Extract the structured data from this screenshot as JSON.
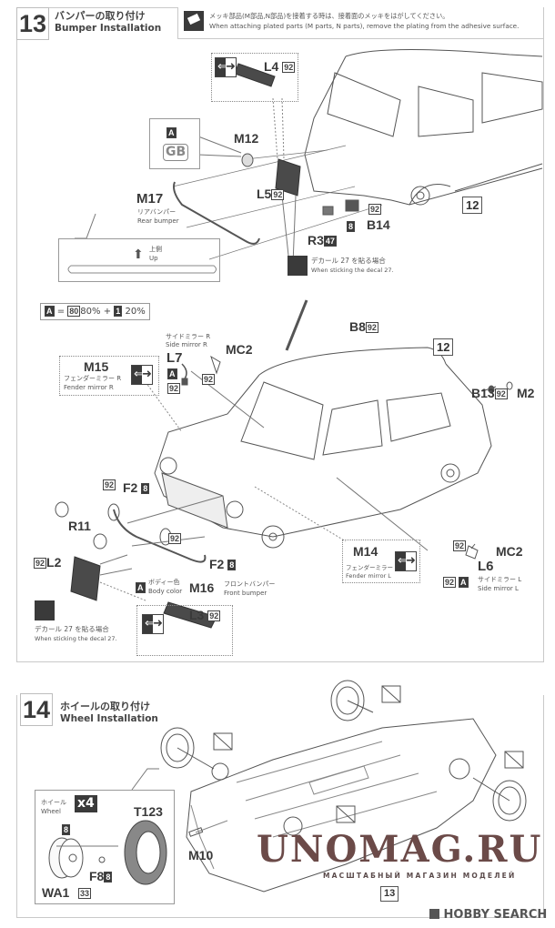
{
  "step13": {
    "number": "13",
    "title_jp": "バンパーの取り付け",
    "title_en": "Bumper Installation",
    "note_jp": "メッキ部品(M部品,N部品)を接着する時は、接着面のメッキをはがしてください。",
    "note_en": "When attaching plated parts (M parts, N parts), remove the plating from the adhesive surface.",
    "rear": {
      "L4": "L4",
      "L4_color": "92",
      "M12": "M12",
      "color_A": "A",
      "gb_badge": "GB",
      "L5": "L5",
      "L5_color": "92",
      "M17": "M17",
      "M17_jp": "リアバンパー",
      "M17_en": "Rear bumper",
      "up_jp": "上側",
      "up_en": "Up",
      "body_ref": "12",
      "B14": "B14",
      "B14_color1": "92",
      "B14_color2": "8",
      "R3": "R3",
      "R3_color": "47",
      "decal_jp": "デカール 27 を貼る場合",
      "decal_en": "When sticking the decal 27."
    },
    "front": {
      "mix_formula": {
        "A": "A",
        "eq": "=",
        "c1": "80",
        "p1": "80%",
        "plus": "+",
        "c2": "1",
        "p2": "20%"
      },
      "B8": "B8",
      "B8_color": "92",
      "body_ref": "12",
      "B13": "B13",
      "B13_color": "92",
      "M2": "M2",
      "side_mirror_r_jp": "サイドミラー R",
      "side_mirror_r_en": "Side mirror R",
      "L7": "L7",
      "MC2_r": "MC2",
      "L7_A": "A",
      "L7_c1": "92",
      "L7_c2": "92",
      "M15": "M15",
      "fender_mirror_r_jp": "フェンダーミラー R",
      "fender_mirror_r_en": "Fender mirror R",
      "F2_top": "F2",
      "F2_top_color": "8",
      "F2_bottom": "F2",
      "F2_bottom_color": "8",
      "R11": "R11",
      "ring_color_top": "92",
      "ring_color_bottom": "92",
      "L2": "L2",
      "L2_color": "92",
      "body_color_A": "A",
      "body_color_jp": "ボディー色",
      "body_color_en": "Body color",
      "M16": "M16",
      "M16_jp": "フロントバンパー",
      "M16_en": "Front bumper",
      "decal_jp": "デカール 27 を貼る場合",
      "decal_en": "When sticking the decal 27.",
      "L3": "L3",
      "L3_color": "92",
      "M14": "M14",
      "fender_mirror_l_jp": "フェンダーミラー L",
      "fender_mirror_l_en": "Fender mirror L",
      "L6_c_top": "92",
      "MC2_l": "MC2",
      "L6": "L6",
      "L6_c": "92",
      "L6_A": "A",
      "side_mirror_l_jp": "サイドミラー L",
      "side_mirror_l_en": "Side mirror L"
    }
  },
  "step14": {
    "number": "14",
    "title_jp": "ホイールの取り付け",
    "title_en": "Wheel Installation",
    "wheel_jp": "ホイール",
    "wheel_en": "Wheel",
    "qty": "x4",
    "T123": "T123",
    "wheel_color": "8",
    "F8": "F8",
    "F8_color": "8",
    "WA1": "WA1",
    "WA1_color": "33",
    "M10": "M10",
    "step_ref": "13"
  },
  "watermark": {
    "main": "UNOMAG.RU",
    "sub": "МАСШТАБНЫЙ МАГАЗИН МОДЕЛЕЙ"
  },
  "footer": {
    "brand": "HOBBY SEARCH"
  }
}
